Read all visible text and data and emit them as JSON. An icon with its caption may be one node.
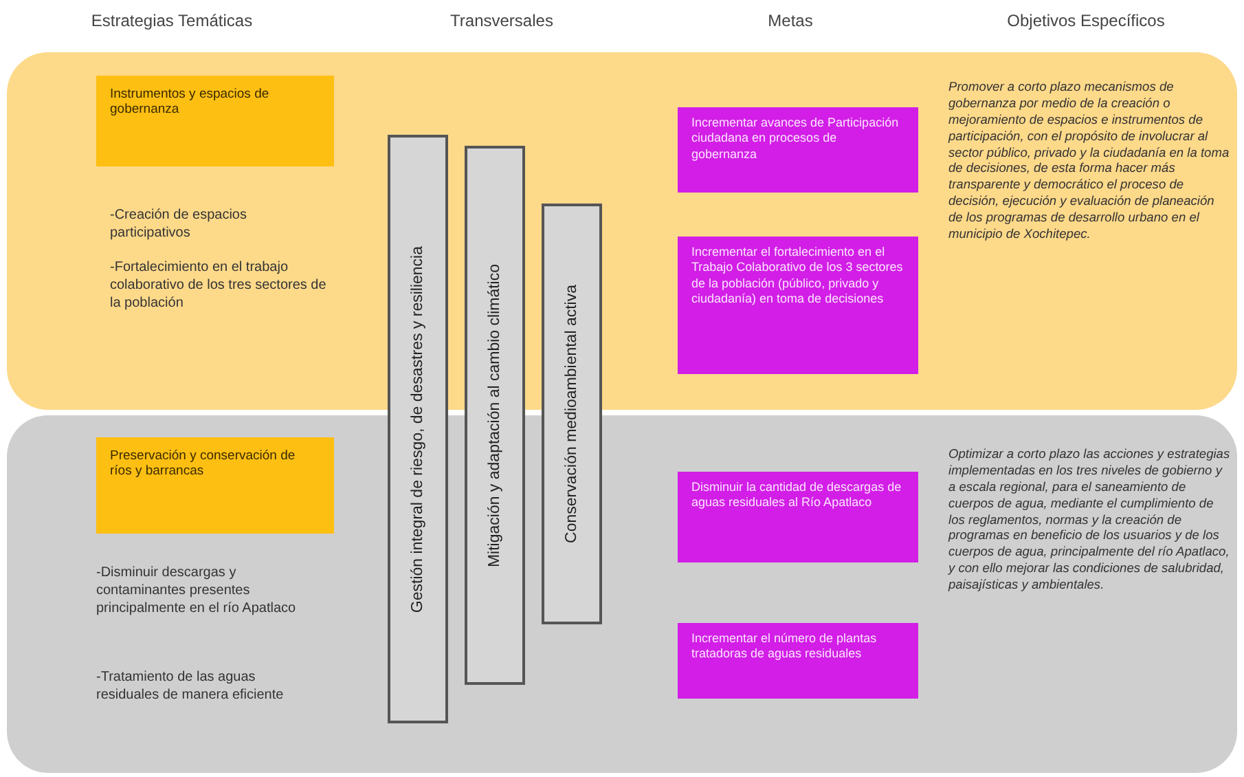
{
  "diagram": {
    "nodes": [
      {
        "text": [],
        "shape": "box"
      },
      {
        "text": [
          "Instrumentos y espacios de gobernanza"
        ],
        "in": 0
      },
      {
        "text": [
          "Incrementar avances de Participación ciudadana en procesos de gobernanza"
        ],
        "in": 0
      },
      {
        "text": [
          "Incrementar el fortalecimiento en el Trabajo Colaborativo de los 3 sectores de la población (público, privado y ciudadanía) en toma de decisiones"
        ],
        "in": 0
      },
      {
        "text": [],
        "shape": "box"
      },
      {
        "text": [
          "Preservación y conservación de ríos y barrancas"
        ],
        "in": 4
      },
      {
        "text": [
          "Disminuir la cantidad de descargas de aguas residuales al Río Apatlaco"
        ],
        "in": 4
      },
      {
        "text": [
          "Incrementar el número de plantas tratadoras de aguas residuales"
        ],
        "in": 4
      },
      {
        "text": [
          "Gestión integral de riesgo, de desastres y resiliencia"
        ]
      },
      {
        "text": [
          "Mitigación y adaptación al cambio climático"
        ]
      },
      {
        "text": [
          "Conservación medioambiental activa"
        ]
      }
    ],
    "edges": [],
    "labels": [
      "Estrategias Temáticas",
      "Transversales",
      "Metas",
      "Objetivos Específicos",
      "-Creación de espacios participativos",
      "-Fortalecimiento en el trabajo colaborativo de los tres sectores de la población",
      "Promover a corto plazo mecanismos de gobernanza por medio de la creación o mejoramiento de espacios e instrumentos de participación, con el propósito de involucrar al sector público, privado y la ciudadanía en la toma de decisiones, de esta forma hacer más transparente y democrático el proceso de decisión, ejecución y evaluación de planeación de los programas de desarrollo urbano en el municipio de Xochitepec.",
      "-Disminuir descargas y contaminantes presentes principalmente en el río Apatlaco",
      "-Tratamiento de las aguas residuales de manera eficiente",
      "Optimizar a corto plazo las acciones y estrategias implementadas en los tres niveles de gobierno y a escala regional, para el saneamiento de cuerpos de agua, mediante el cumplimiento de los reglamentos, normas y la creación de programas en beneficio de los usuarios y de los cuerpos de agua, principalmente del río Apatlaco, y con ello mejorar las condiciones de salubridad, paisajísticas y ambientales."
    ]
  }
}
